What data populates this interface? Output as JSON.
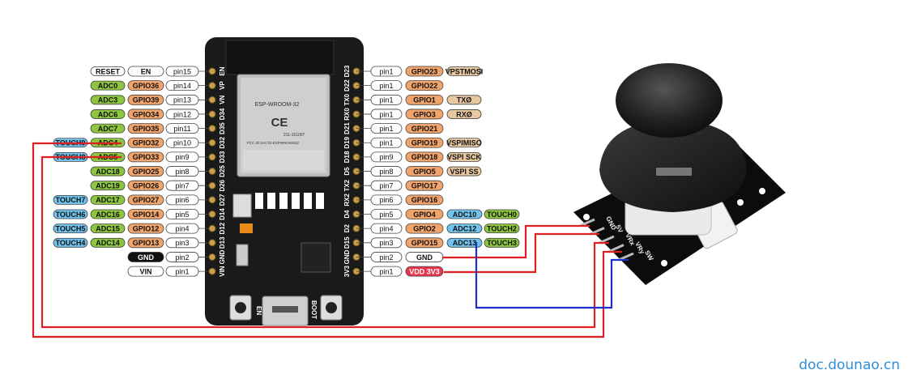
{
  "left_pins": [
    {
      "pin": "pin15",
      "name": "EN",
      "extras": [
        {
          "t": "RESET",
          "c": "#ffffff"
        }
      ]
    },
    {
      "pin": "pin14",
      "name": "GPIO36",
      "extras": [
        {
          "t": "ADC0",
          "c": "#8dc63f"
        }
      ]
    },
    {
      "pin": "pin13",
      "name": "GPIO39",
      "extras": [
        {
          "t": "ADC3",
          "c": "#8dc63f"
        }
      ]
    },
    {
      "pin": "pin12",
      "name": "GPIO34",
      "extras": [
        {
          "t": "ADC6",
          "c": "#8dc63f"
        }
      ]
    },
    {
      "pin": "pin11",
      "name": "GPIO35",
      "extras": [
        {
          "t": "ADC7",
          "c": "#8dc63f"
        }
      ]
    },
    {
      "pin": "pin10",
      "name": "GPIO32",
      "extras": [
        {
          "t": "TOUCH9",
          "c": "#6fc3ec"
        },
        {
          "t": "ADC4",
          "c": "#8dc63f"
        }
      ]
    },
    {
      "pin": "pin9",
      "name": "GPIO33",
      "extras": [
        {
          "t": "TOUCH8",
          "c": "#6fc3ec"
        },
        {
          "t": "ADC5",
          "c": "#8dc63f"
        }
      ]
    },
    {
      "pin": "pin8",
      "name": "GPIO25",
      "extras": [
        {
          "t": "ADC18",
          "c": "#8dc63f"
        }
      ]
    },
    {
      "pin": "pin7",
      "name": "GPIO26",
      "extras": [
        {
          "t": "ADC19",
          "c": "#8dc63f"
        }
      ]
    },
    {
      "pin": "pin6",
      "name": "GPIO27",
      "extras": [
        {
          "t": "TOUCH7",
          "c": "#6fc3ec"
        },
        {
          "t": "ADC17",
          "c": "#8dc63f"
        }
      ]
    },
    {
      "pin": "pin5",
      "name": "GPIO14",
      "extras": [
        {
          "t": "TOUCH6",
          "c": "#6fc3ec"
        },
        {
          "t": "ADC16",
          "c": "#8dc63f"
        }
      ]
    },
    {
      "pin": "pin4",
      "name": "GPIO12",
      "extras": [
        {
          "t": "TOUCH5",
          "c": "#6fc3ec"
        },
        {
          "t": "ADC15",
          "c": "#8dc63f"
        }
      ]
    },
    {
      "pin": "pin3",
      "name": "GPIO13",
      "extras": [
        {
          "t": "TOUCH4",
          "c": "#6fc3ec"
        },
        {
          "t": "ADC14",
          "c": "#8dc63f"
        }
      ]
    },
    {
      "pin": "pin2",
      "name": "GND",
      "extras": []
    },
    {
      "pin": "pin1",
      "name": "VIN",
      "extras": []
    }
  ],
  "right_pins": [
    {
      "pin": "pin1",
      "name": "GPIO23",
      "extras": [
        {
          "t": "VPSTMOSI",
          "c": "#e8c8a0"
        }
      ]
    },
    {
      "pin": "pin1",
      "name": "GPIO22",
      "extras": []
    },
    {
      "pin": "pin1",
      "name": "GPIO1",
      "extras": [
        {
          "t": "TXØ",
          "c": "#e8c8a0"
        }
      ]
    },
    {
      "pin": "pin1",
      "name": "GPIO3",
      "extras": [
        {
          "t": "RXØ",
          "c": "#e8c8a0"
        }
      ]
    },
    {
      "pin": "pin1",
      "name": "GPIO21",
      "extras": []
    },
    {
      "pin": "pin1",
      "name": "GPIO19",
      "extras": [
        {
          "t": "VSPIMISO",
          "c": "#e8c8a0"
        }
      ]
    },
    {
      "pin": "pin9",
      "name": "GPIO18",
      "extras": [
        {
          "t": "VSPI SCK",
          "c": "#e8c8a0"
        }
      ]
    },
    {
      "pin": "pin8",
      "name": "GPIO5",
      "extras": [
        {
          "t": "VSPI SS",
          "c": "#e8c8a0"
        }
      ]
    },
    {
      "pin": "pin7",
      "name": "GPIO17",
      "extras": []
    },
    {
      "pin": "pin6",
      "name": "GPIO16",
      "extras": []
    },
    {
      "pin": "pin5",
      "name": "GPIO4",
      "extras": [
        {
          "t": "ADC10",
          "c": "#6fc3ec"
        },
        {
          "t": "TOUCH0",
          "c": "#8dc63f"
        }
      ]
    },
    {
      "pin": "pin4",
      "name": "GPIO2",
      "extras": [
        {
          "t": "ADC12",
          "c": "#6fc3ec"
        },
        {
          "t": "TOUCH2",
          "c": "#8dc63f"
        }
      ]
    },
    {
      "pin": "pin3",
      "name": "GPIO15",
      "extras": [
        {
          "t": "ADC13",
          "c": "#6fc3ec"
        },
        {
          "t": "TOUCH3",
          "c": "#8dc63f"
        }
      ]
    },
    {
      "pin": "pin2",
      "name": "GND",
      "extras": []
    },
    {
      "pin": "pin1",
      "name": "VDD 3V3",
      "extras": []
    }
  ],
  "board_left_silk": [
    "EN",
    "VP",
    "VN",
    "D34",
    "D35",
    "D32",
    "D33",
    "D25",
    "D26",
    "D27",
    "D14",
    "D12",
    "D13",
    "GND",
    "VIN"
  ],
  "board_right_silk": [
    "D23",
    "D22",
    "TX0",
    "RX0",
    "D21",
    "D19",
    "D18",
    "D5",
    "TX2",
    "RX2",
    "D4",
    "D2",
    "D15",
    "GND",
    "3V3"
  ],
  "module": {
    "name": "ESP-WROOM-32",
    "ce": "CE",
    "r_code": "211-161007",
    "fcc": "FCC ID:2AC7Z-ESPWROOM32"
  },
  "buttons": {
    "en": "EN",
    "boot": "BOOT"
  },
  "joystick_pins": [
    "GND",
    "5V",
    "VRx",
    "VRy",
    "SW"
  ],
  "watermark": "doc.dounao.cn",
  "colors": {
    "gpio": "#f0a36b",
    "adc": "#8dc63f",
    "touch": "#6fc3ec",
    "vspi": "#e8c8a0",
    "vdd": "#e8344c",
    "wire_red": "#e02020",
    "wire_blue": "#2030d0"
  }
}
